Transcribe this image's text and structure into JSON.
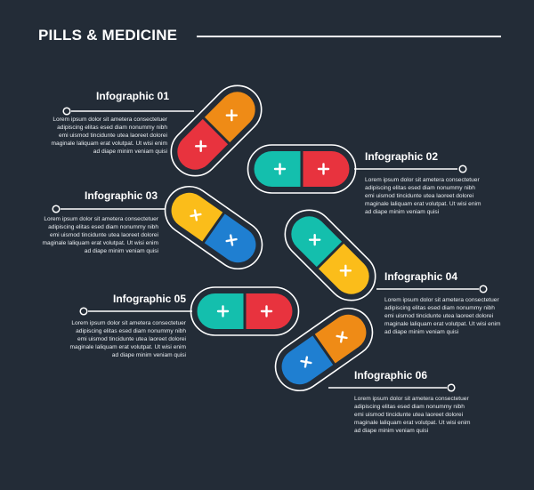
{
  "title": "PILLS & MEDICINE",
  "colors": {
    "background": "#232c37",
    "red": "#e8333e",
    "orange": "#ef8b16",
    "teal": "#14bfad",
    "yellow": "#fbbd1a",
    "blue": "#1f7fd1",
    "line": "#ffffff"
  },
  "items": [
    {
      "title": "Infographic 01",
      "body": "Lorem ipsum dolor sit ametera consectetuer adipiscing elitas esed diam nonummy nibh emi uismod tincidunte utea laoreet dolorei maginale laliquam erat volutpat. Ut wisi enim ad diape minim veniam quisi",
      "pill": [
        "red",
        "orange"
      ],
      "glyph": "×"
    },
    {
      "title": "Infographic 02",
      "body": "Lorem ipsum dolor sit ametera consectetuer adipiscing elitas esed diam nonummy nibh emi uismod tincidunte utea laoreet dolorei maginale laliquam erat volutpat. Ut wisi enim ad diape minim veniam quisi",
      "pill": [
        "teal",
        "red"
      ],
      "glyph": "+"
    },
    {
      "title": "Infographic 03",
      "body": "Lorem ipsum dolor sit ametera consectetuer adipiscing elitas esed diam nonummy nibh emi uismod tincidunte utea laoreet dolorei maginale laliquam erat volutpat. Ut wisi enim ad diape minim veniam quisi",
      "pill": [
        "yellow",
        "blue"
      ],
      "glyph": "×"
    },
    {
      "title": "Infographic 04",
      "body": "Lorem ipsum dolor sit ametera consectetuer adipiscing elitas esed diam nonummy nibh emi uismod tincidunte utea laoreet dolorei maginale laliquam erat volutpat. Ut wisi enim ad diape minim veniam quisi",
      "pill": [
        "teal",
        "yellow"
      ],
      "glyph": "×"
    },
    {
      "title": "Infographic 05",
      "body": "Lorem ipsum dolor sit ametera consectetuer adipiscing elitas esed diam nonummy nibh emi uismod tincidunte utea laoreet dolorei maginale laliquam erat volutpat. Ut wisi enim ad diape minim veniam quisi",
      "pill": [
        "teal",
        "red"
      ],
      "glyph": "+"
    },
    {
      "title": "Infographic 06",
      "body": "Lorem ipsum dolor sit ametera consectetuer adipiscing elitas esed diam nonummy nibh emi uismod tincidunte utea laoreet dolorei maginale laliquam erat volutpat. Ut wisi enim ad diape minim veniam quisi",
      "pill": [
        "blue",
        "orange"
      ],
      "glyph": "×"
    }
  ]
}
